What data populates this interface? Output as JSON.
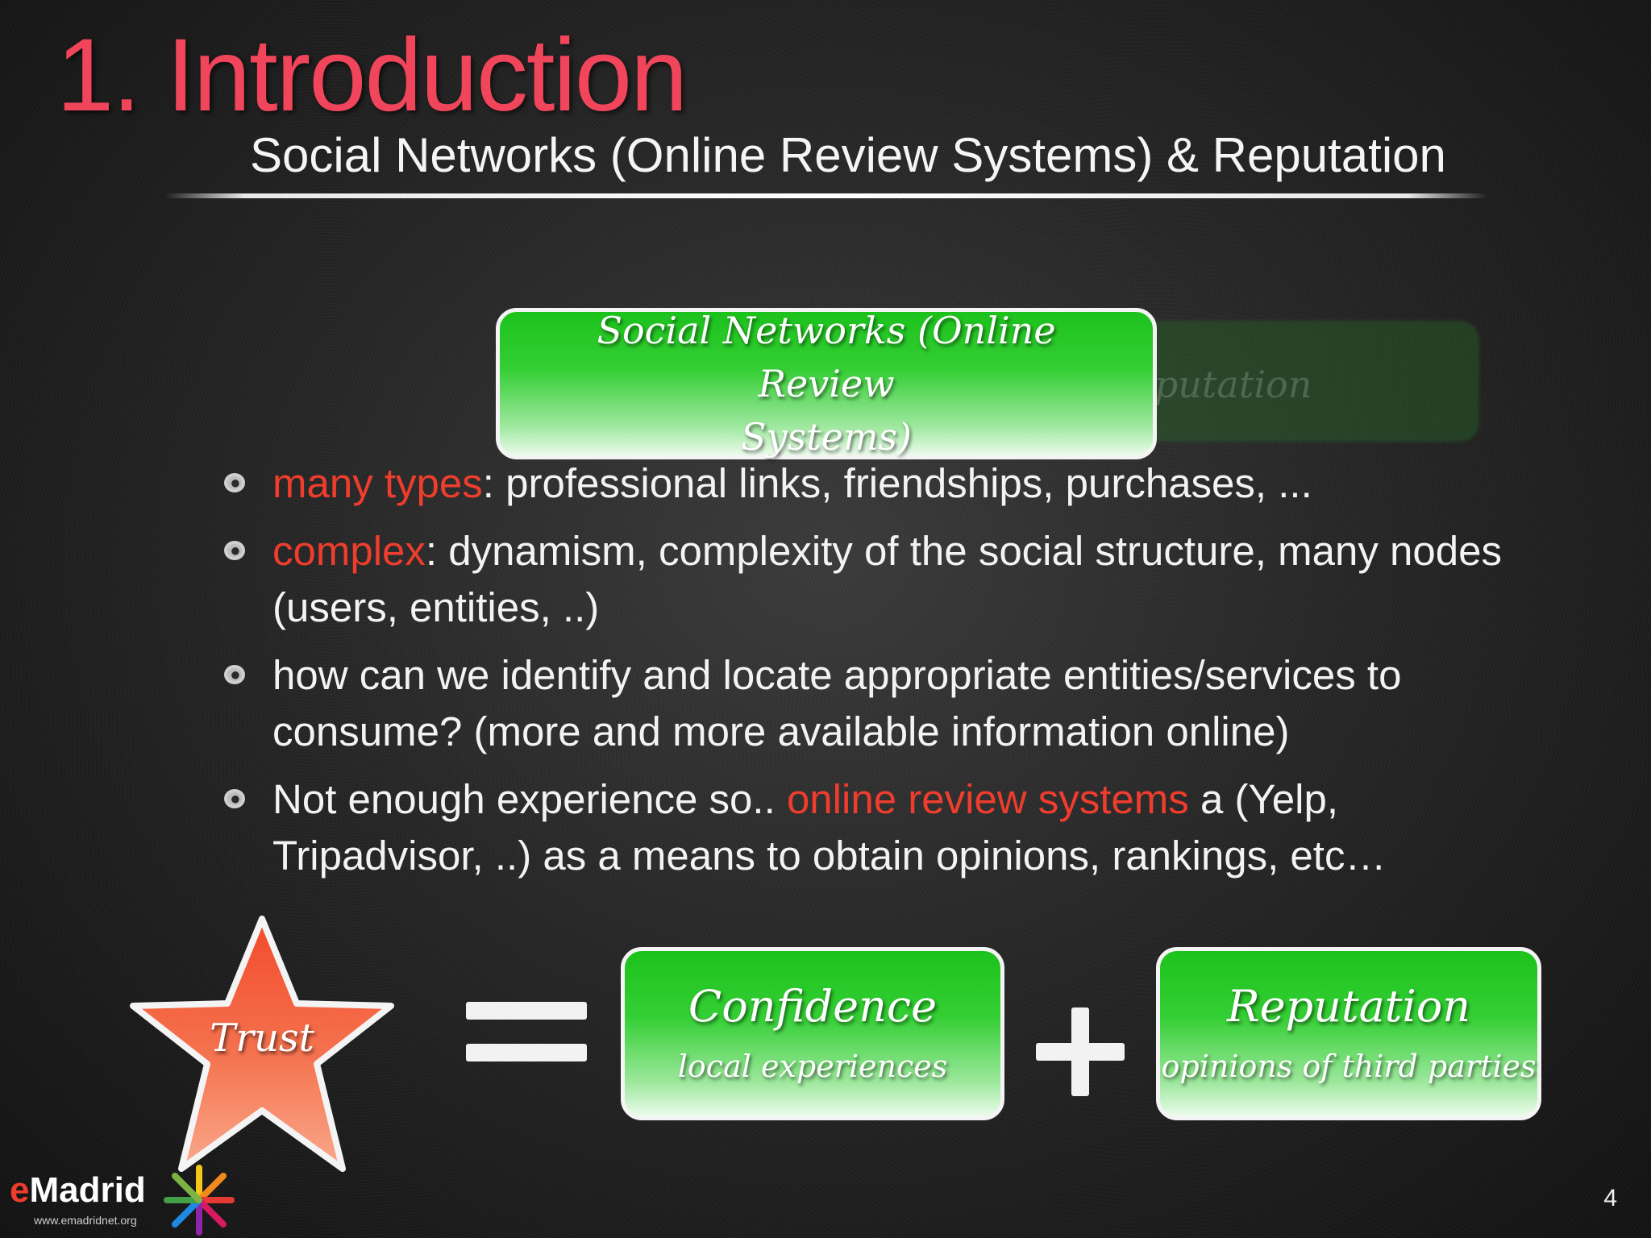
{
  "slide": {
    "title": "1. Introduction",
    "subtitle": "Social Networks (Online Review Systems) & Reputation",
    "page_number": "4"
  },
  "top_box": {
    "line1": "Social Networks (Online Review",
    "line2": "Systems)"
  },
  "ghost_box": {
    "text": "Reputation"
  },
  "bullets": [
    {
      "highlight": "many types",
      "text": ": professional links, friendships, purchases, ..."
    },
    {
      "highlight": "complex",
      "text": ": dynamism, complexity of the social structure, many nodes (users, entities, ..)"
    },
    {
      "text": "how can we identify and locate appropriate entities/services to consume? (more and more available information online)"
    },
    {
      "pre": "Not enough experience so.. ",
      "highlight": "online review systems",
      "post": " a (Yelp, Tripadvisor, ..) as a means to obtain opinions, rankings, etc…"
    }
  ],
  "equation": {
    "trust": "Trust",
    "confidence": {
      "title": "Confidence",
      "sub": "local experiences"
    },
    "reputation": {
      "title": "Reputation",
      "sub": "opinions of third parties"
    }
  },
  "logo": {
    "e": "e",
    "name": "Madrid",
    "url": "www.emadridnet.org"
  },
  "colors": {
    "title": "#f0455a",
    "highlight": "#ef3d2d",
    "green_box": "#1cc21c",
    "star": "#f04a30"
  }
}
